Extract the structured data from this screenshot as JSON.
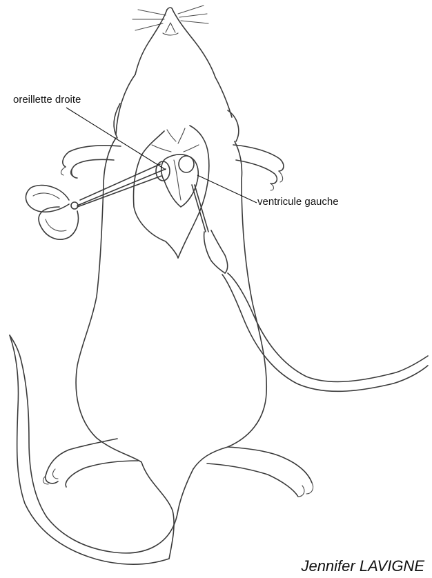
{
  "labels": {
    "right_atrium": "oreillette droite",
    "left_ventricle": "ventricule gauche"
  },
  "signature": "Jennifer LAVIGNE",
  "colors": {
    "background": "#ffffff",
    "ink": "#3a3a3a",
    "text": "#111111"
  }
}
